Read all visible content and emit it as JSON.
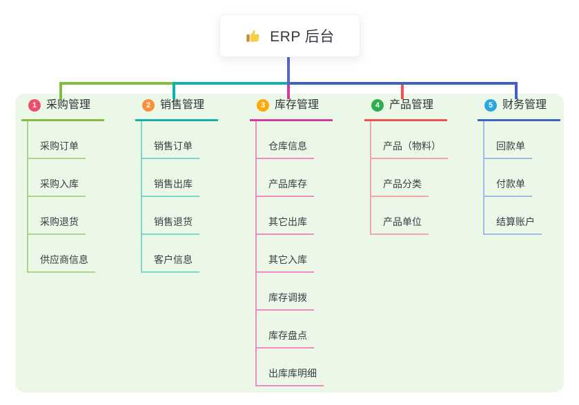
{
  "root": {
    "title": "ERP 后台",
    "icon": "thumbs-up-icon",
    "stem_color": "#5B67C7"
  },
  "panel": {
    "bg_color": "#EBF7E7"
  },
  "branches": [
    {
      "badge": "1",
      "title": "采购管理",
      "line_color": "#85BC3F",
      "light_color": "#A9D788",
      "badge_color": "#EF4D6E",
      "children": [
        "采购订单",
        "采购入库",
        "采购退货",
        "供应商信息"
      ]
    },
    {
      "badge": "2",
      "title": "销售管理",
      "line_color": "#12B0A8",
      "light_color": "#7FD6CE",
      "badge_color": "#FA8F3C",
      "children": [
        "销售订单",
        "销售出库",
        "销售退货",
        "客户信息"
      ]
    },
    {
      "badge": "3",
      "title": "库存管理",
      "line_color": "#D23B9D",
      "light_color": "#EF8AC5",
      "badge_color": "#FEAA0D",
      "children": [
        "仓库信息",
        "产品库存",
        "其它出库",
        "其它入库",
        "库存调拨",
        "库存盘点",
        "出库库明细"
      ]
    },
    {
      "badge": "4",
      "title": "产品管理",
      "line_color": "#F05052",
      "light_color": "#F5A6A4",
      "badge_color": "#2FAE4E",
      "children": [
        "产品（物料）",
        "产品分类",
        "产品单位"
      ]
    },
    {
      "badge": "5",
      "title": "财务管理",
      "line_color": "#4060C2",
      "light_color": "#9DB8EA",
      "badge_color": "#2AA7E0",
      "children": [
        "回款单",
        "付款单",
        "结算账户"
      ]
    }
  ]
}
